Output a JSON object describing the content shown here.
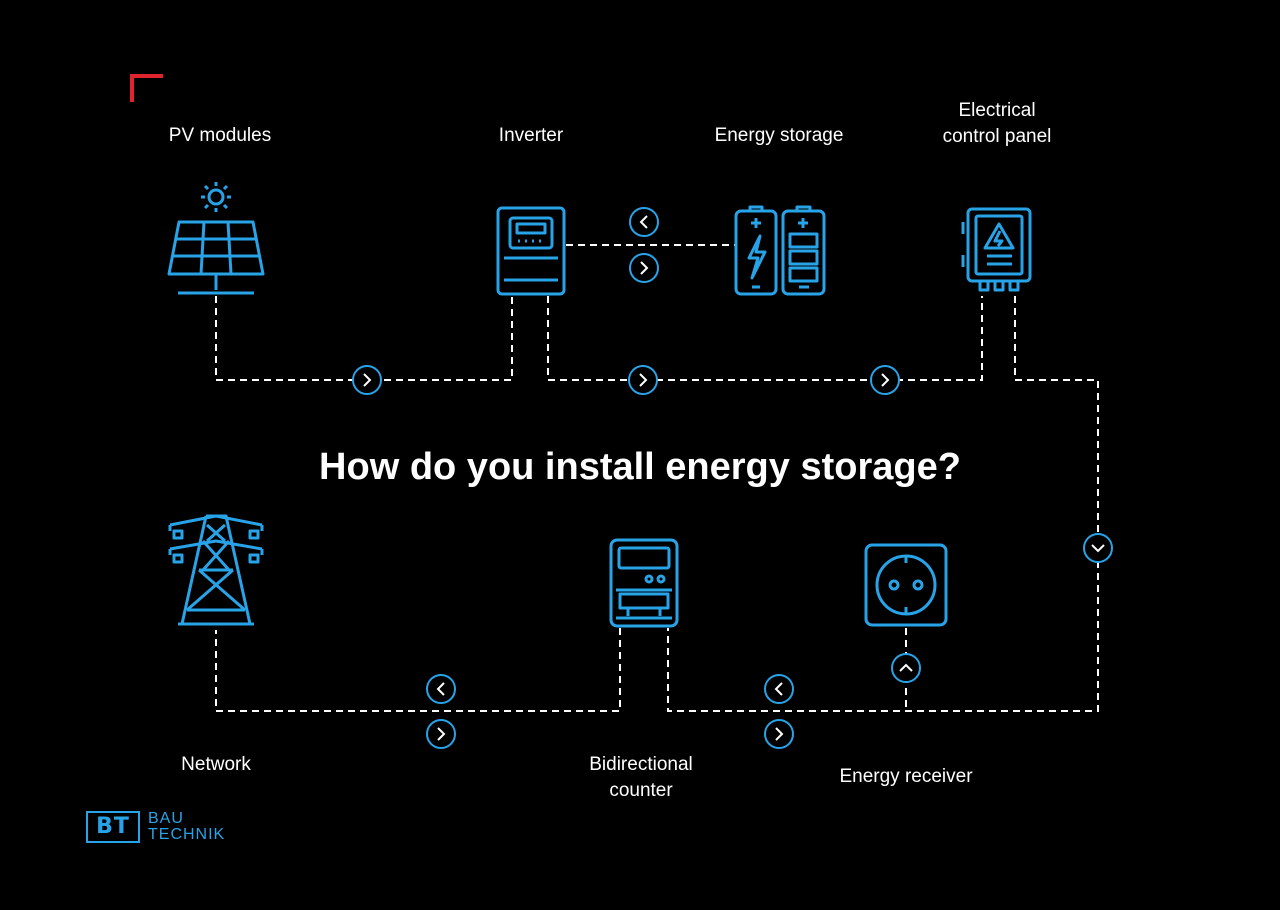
{
  "title": "How do you install energy storage?",
  "nodes": {
    "pv_modules": "PV modules",
    "inverter": "Inverter",
    "energy_storage": "Energy storage",
    "control_panel": "Electrical\ncontrol panel",
    "network": "Network",
    "counter": "Bidirectional\ncounter",
    "receiver": "Energy receiver"
  },
  "brand": {
    "mark": "BT",
    "name": "BAU\nTECHNIK"
  },
  "colors": {
    "accent": "#29a3e8",
    "corner": "#e0242d",
    "line": "#ffffff",
    "background": "#000000"
  }
}
